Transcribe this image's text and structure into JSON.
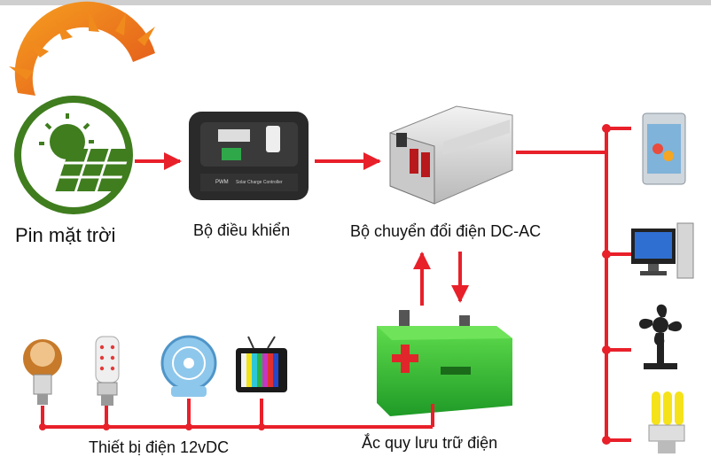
{
  "labels": {
    "solar_panel": "Pin mặt trời",
    "controller": "Bộ điều khiển",
    "inverter": "Bộ chuyển đổi điện DC-AC",
    "dc_devices": "Thiết bị điện 12vDC",
    "battery": "Ắc quy lưu trữ điện"
  },
  "device_text": {
    "controller_brand": "PWM",
    "controller_model": "Solar Charge Controller"
  },
  "colors": {
    "wire": "#e8202a",
    "sun_orange": "#f08a1c",
    "panel_green": "#3f7d1e",
    "battery_green": "#39c43a",
    "battery_plus": "#e0262a"
  },
  "icons": {
    "ac_loads": [
      "refrigerator-icon",
      "computer-icon",
      "fan-icon",
      "cfl-bulb-icon"
    ],
    "dc_loads": [
      "led-bulb-icon",
      "corn-bulb-icon",
      "desk-fan-icon",
      "tv-icon"
    ]
  }
}
